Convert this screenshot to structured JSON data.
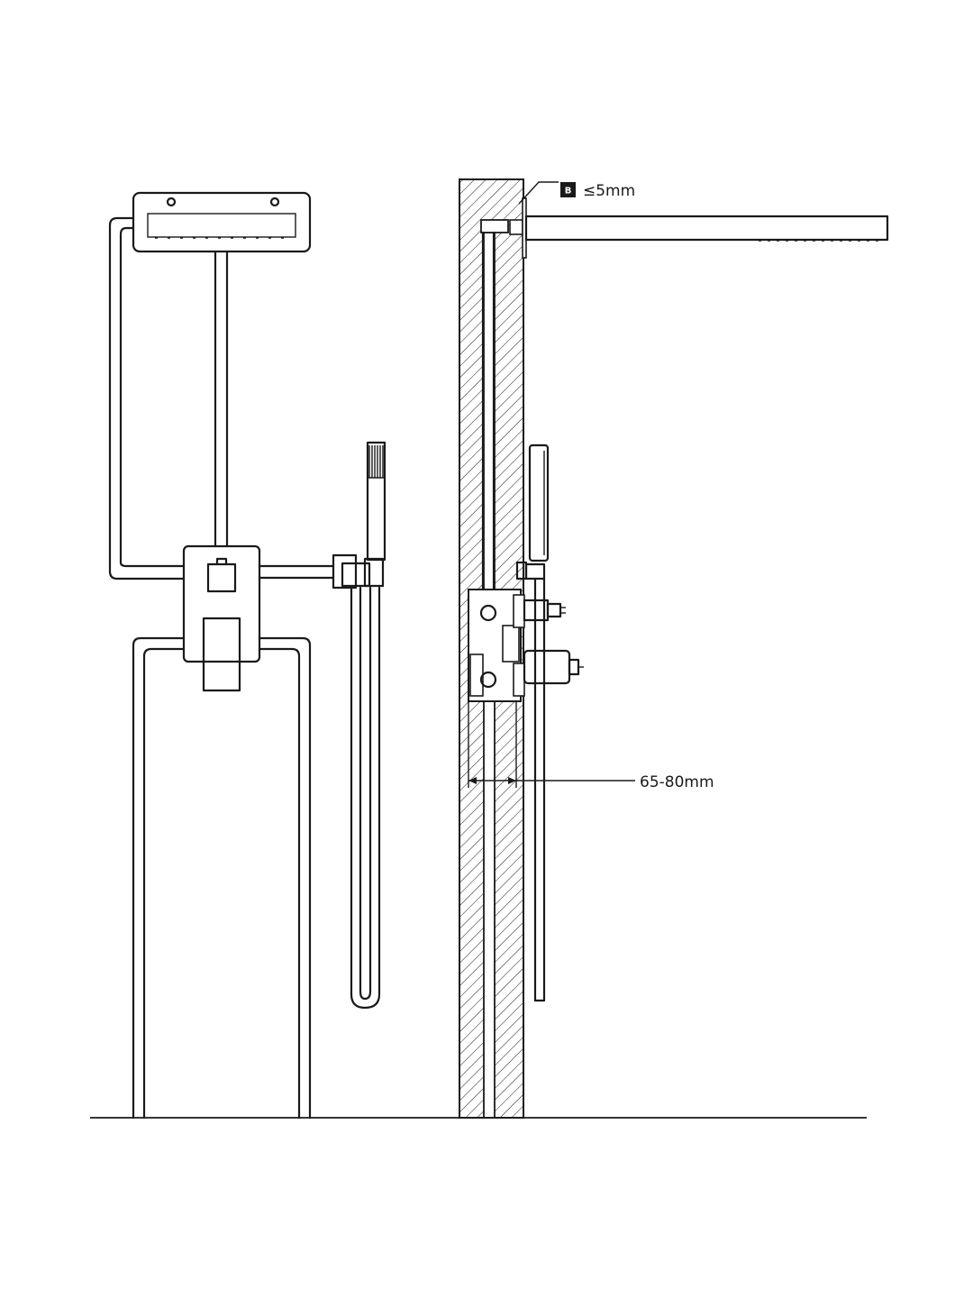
{
  "annotations": {
    "gap_badge": "B",
    "gap_note": "≤5mm",
    "depth_note": "65-80mm"
  },
  "colors": {
    "line": "#1a1a1a",
    "background": "#ffffff"
  }
}
